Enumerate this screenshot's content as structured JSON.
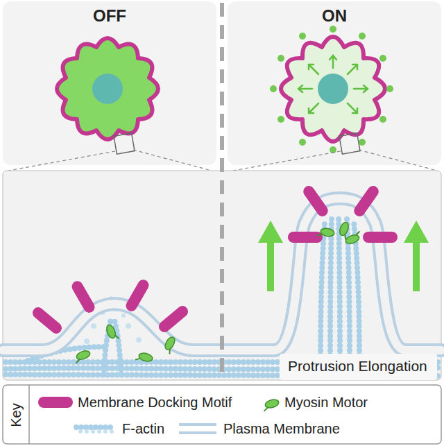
{
  "diagram": {
    "nodes": [
      {
        "text": [
          "OFF"
        ]
      },
      {
        "text": [
          "ON"
        ]
      },
      {
        "text": [
          "Protrusion Elongation"
        ]
      }
    ],
    "labels": [
      "Key"
    ],
    "legend": [
      {
        "text": "Membrane Docking Motif"
      },
      {
        "text": "Myosin Motor"
      },
      {
        "text": "F-actin"
      },
      {
        "text": "Plasma Membrane"
      }
    ]
  }
}
